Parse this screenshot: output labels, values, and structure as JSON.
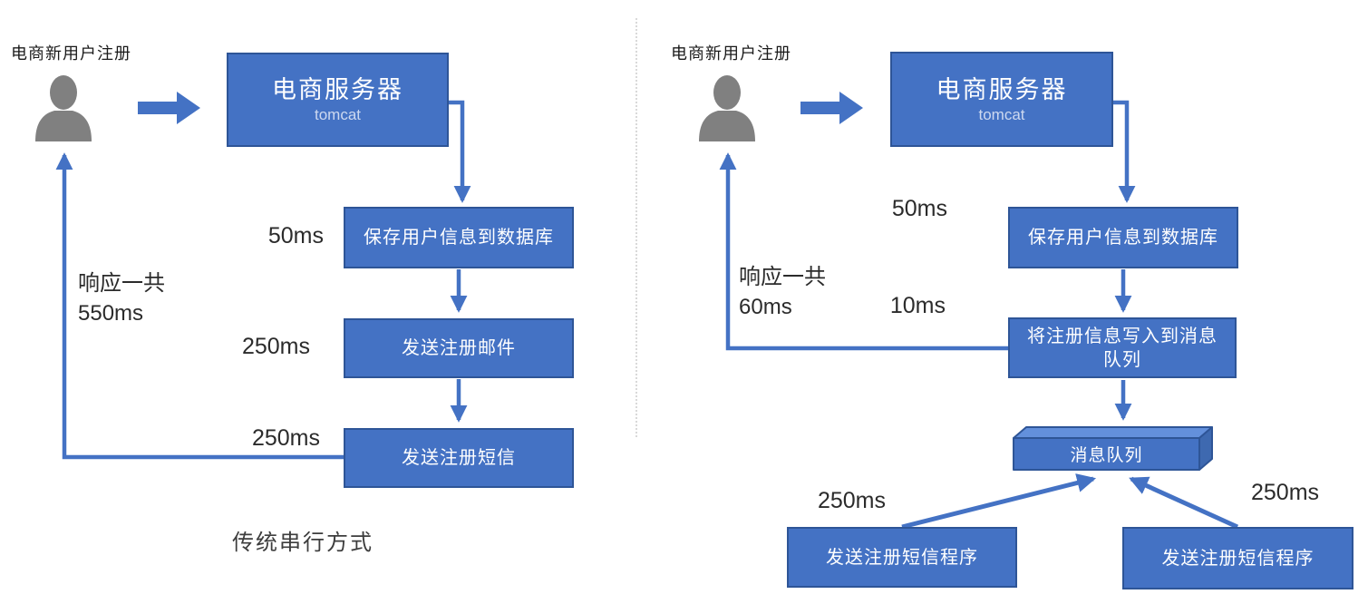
{
  "colors": {
    "box_fill": "#4472C4",
    "box_border": "#2E5597",
    "arrow_blue": "#4472C4",
    "queue_top_face": "#6390DC",
    "queue_side_face": "#3E69B0",
    "person_gray": "#808080",
    "dark_text": "#2b2b2b",
    "white_text": "#ffffff",
    "tomcat_text": "#CDD9F0",
    "divider_gray": "#D9D9D9"
  },
  "left_panel": {
    "user_label": "电商新用户注册",
    "server": {
      "title": "电商服务器",
      "subtitle": "tomcat"
    },
    "steps": [
      {
        "time": "50ms",
        "label": "保存用户信息到数据库"
      },
      {
        "time": "250ms",
        "label": "发送注册邮件"
      },
      {
        "time": "250ms",
        "label": "发送注册短信"
      }
    ],
    "response_line1": "响应一共",
    "response_line2": "550ms",
    "caption": "传统串行方式"
  },
  "right_panel": {
    "user_label": "电商新用户注册",
    "server": {
      "title": "电商服务器",
      "subtitle": "tomcat"
    },
    "steps": [
      {
        "time": "50ms",
        "label": "保存用户信息到数据库"
      },
      {
        "time": "10ms",
        "label": "将注册信息写入到消息队列"
      }
    ],
    "response_line1": "响应一共",
    "response_line2": "60ms",
    "queue_label": "消息队列",
    "consumers": [
      {
        "time": "250ms",
        "label": "发送注册短信程序"
      },
      {
        "time": "250ms",
        "label": "发送注册短信程序"
      }
    ]
  }
}
